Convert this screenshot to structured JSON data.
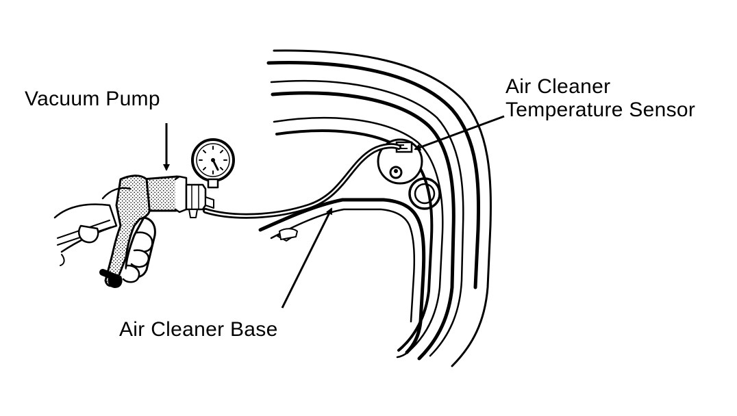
{
  "labels": {
    "vacuum_pump": "Vacuum Pump",
    "sensor_line1": "Air Cleaner",
    "sensor_line2": "Temperature Sensor",
    "base": "Air Cleaner Base"
  },
  "colors": {
    "ink": "#000000",
    "paper": "#ffffff"
  },
  "icons": {
    "gauge": "vacuum-gauge-icon",
    "pump": "hand-vacuum-pump-icon"
  }
}
